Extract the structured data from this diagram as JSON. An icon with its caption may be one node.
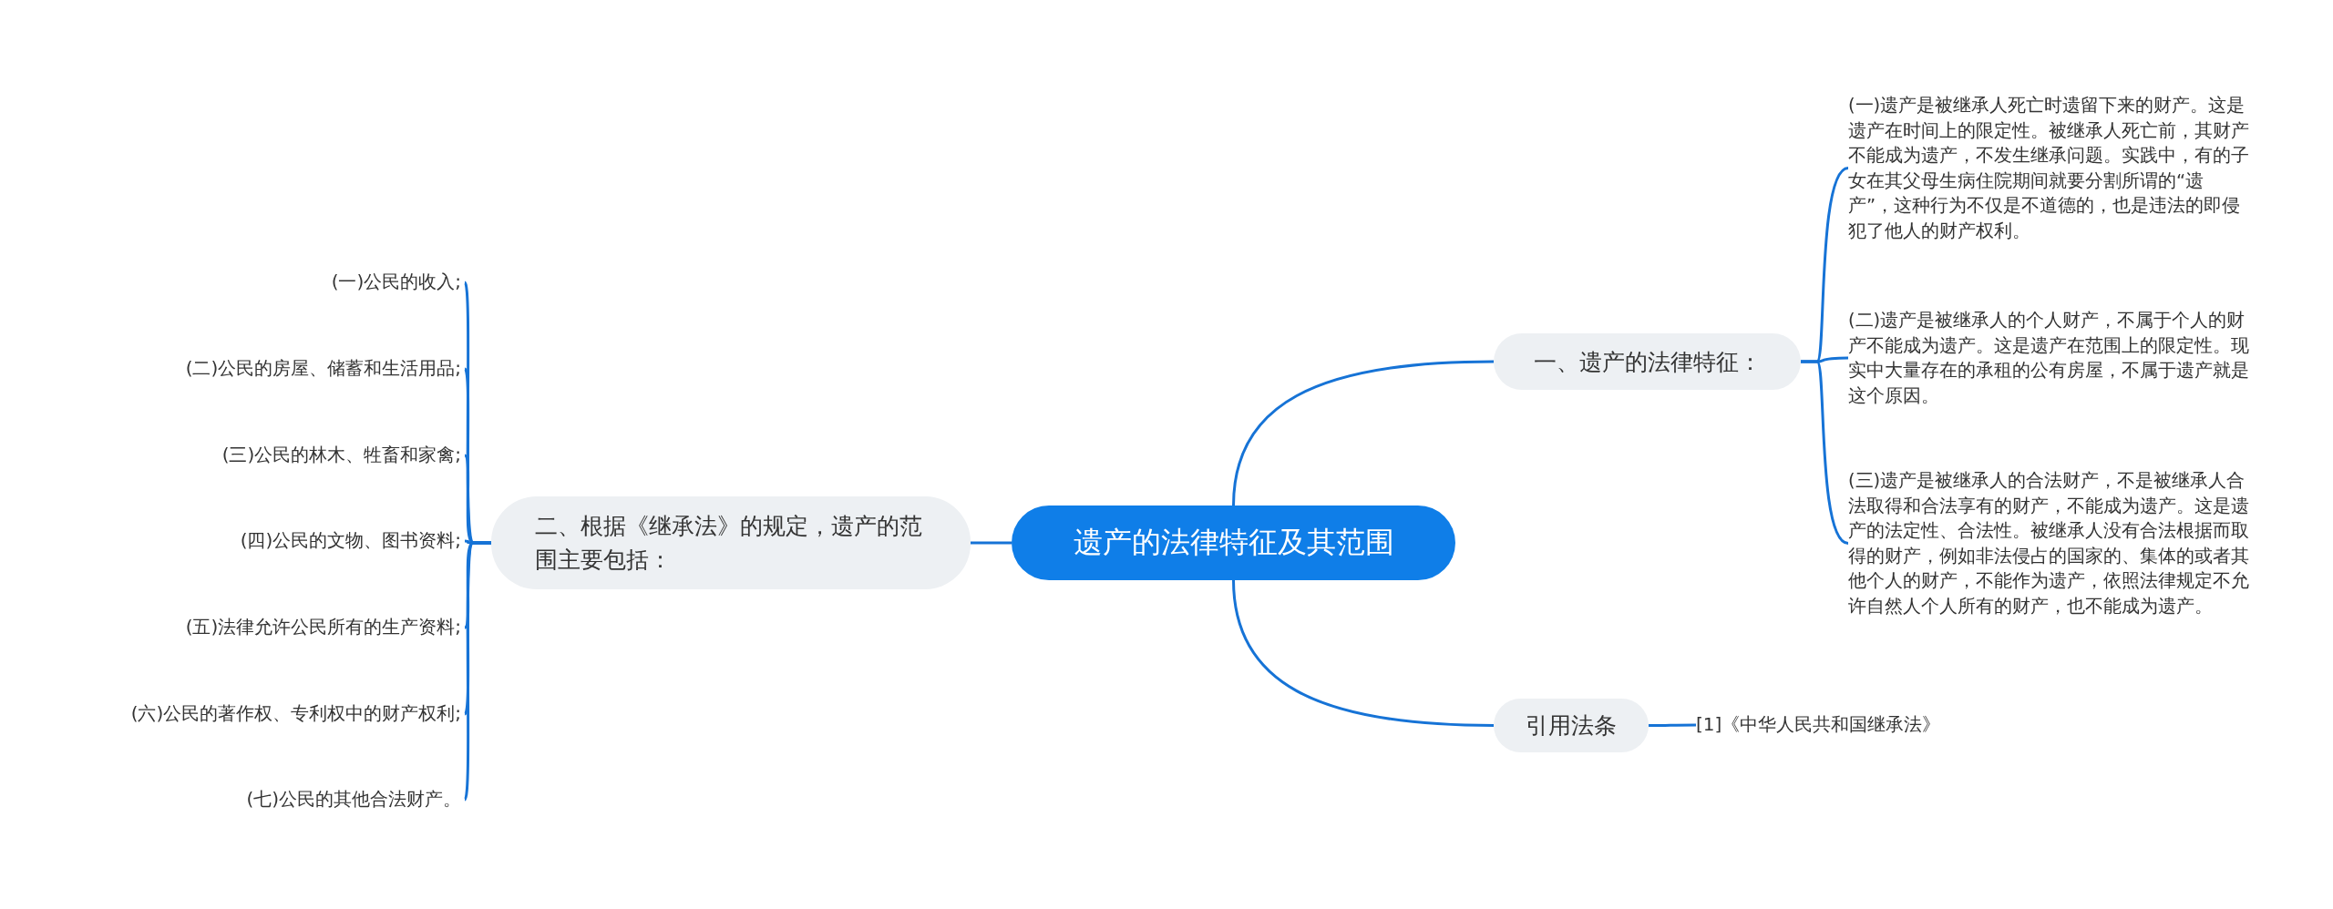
{
  "diagram": {
    "nodes": [
      {
        "text": [
          "遗产的法律特征及其范围"
        ]
      },
      {
        "text": [
          "一、遗产的法律特征："
        ]
      },
      {
        "text": [
          "(一)遗产是被继承人死亡时遗留下来的财产。这是遗产在时间上的限定性。被继承人死亡前，其财产不能成为遗产，不发生继承问题。实践中，有的子女在其父母生病住院期间就要分割所谓的“遗产”，这种行为不仅是不道德的，也是违法的即侵犯了他人的财产权利。"
        ]
      },
      {
        "text": [
          "(二)遗产是被继承人的个人财产，不属于个人的财产不能成为遗产。这是遗产在范围上的限定性。现实中大量存在的承租的公有房屋，不属于遗产就是这个原因。"
        ]
      },
      {
        "text": [
          "(三)遗产是被继承人的合法财产，不是被继承人合法取得和合法享有的财产，不能成为遗产。这是遗产的法定性、合法性。被继承人没有合法根据而取得的财产，例如非法侵占的国家的、集体的或者其他个人的财产，不能作为遗产，依照法律规定不允许自然人个人所有的财产，也不能成为遗产。"
        ]
      },
      {
        "text": [
          "引用法条"
        ]
      },
      {
        "text": [
          "[1]《中华人民共和国继承法》"
        ]
      },
      {
        "text": [
          "二、根据《继承法》的规定，遗产的范围主要包括："
        ]
      },
      {
        "text": [
          "(一)公民的收入;"
        ]
      },
      {
        "text": [
          "(二)公民的房屋、储蓄和生活用品;"
        ]
      },
      {
        "text": [
          "(三)公民的林木、牲畜和家禽;"
        ]
      },
      {
        "text": [
          "(四)公民的文物、图书资料;"
        ]
      },
      {
        "text": [
          "(五)法律允许公民所有的生产资料;"
        ]
      },
      {
        "text": [
          "(六)公民的著作权、专利权中的财产权利;"
        ]
      },
      {
        "text": [
          "(七)公民的其他合法财产。"
        ]
      }
    ],
    "edges": [
      {
        "from": 0,
        "to": 1,
        "arrow": "none"
      },
      {
        "from": 1,
        "to": 2,
        "arrow": "none"
      },
      {
        "from": 1,
        "to": 3,
        "arrow": "none"
      },
      {
        "from": 1,
        "to": 4,
        "arrow": "none"
      },
      {
        "from": 0,
        "to": 5,
        "arrow": "none"
      },
      {
        "from": 5,
        "to": 6,
        "arrow": "none"
      },
      {
        "from": 0,
        "to": 7,
        "arrow": "none"
      },
      {
        "from": 7,
        "to": 8,
        "arrow": "none"
      },
      {
        "from": 7,
        "to": 9,
        "arrow": "none"
      },
      {
        "from": 7,
        "to": 10,
        "arrow": "none"
      },
      {
        "from": 7,
        "to": 11,
        "arrow": "none"
      },
      {
        "from": 7,
        "to": 12,
        "arrow": "none"
      },
      {
        "from": 7,
        "to": 13,
        "arrow": "none"
      },
      {
        "from": 7,
        "to": 14,
        "arrow": "none"
      }
    ]
  }
}
